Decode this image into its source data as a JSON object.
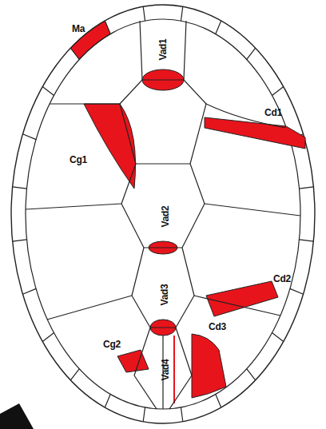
{
  "diagram": {
    "labels": [
      "Ma",
      "Vad1",
      "Cd1",
      "Cg1",
      "Vad2",
      "Vad3",
      "Cd2",
      "Cg2",
      "Vad4",
      "Cd3"
    ]
  }
}
